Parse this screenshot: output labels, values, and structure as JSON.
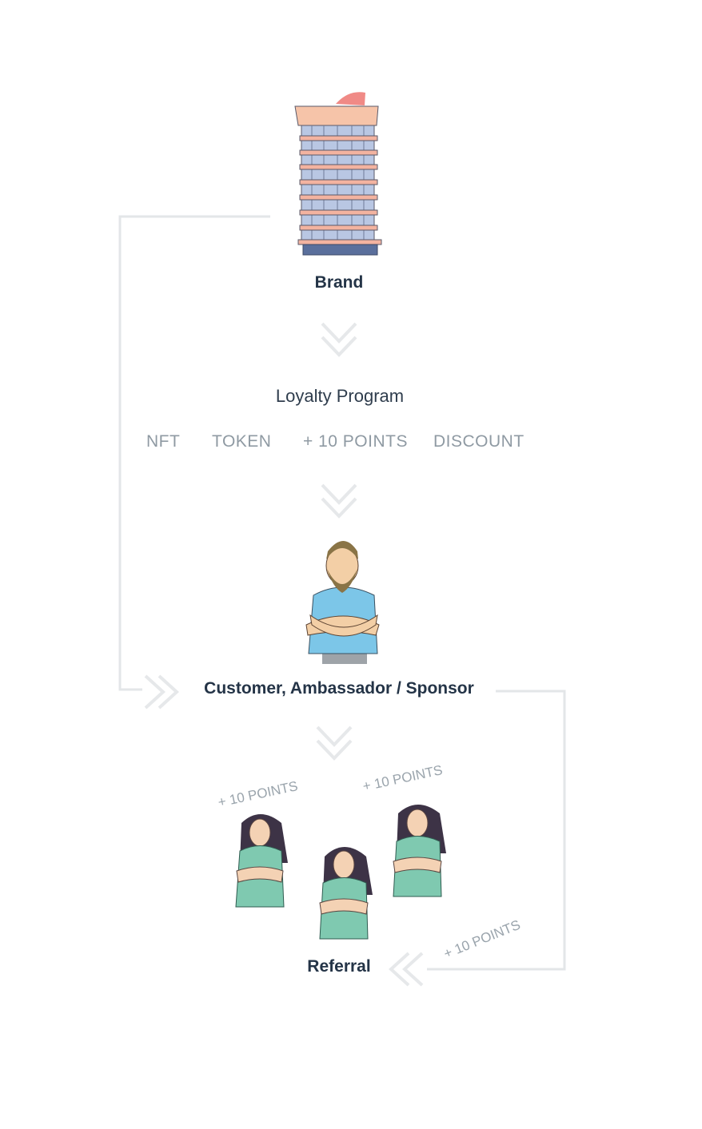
{
  "brand": {
    "label": "Brand",
    "icon": "building-icon"
  },
  "program": {
    "title": "Loyalty Program",
    "rewards": [
      "NFT",
      "TOKEN",
      "+ 10 POINTS",
      "DISCOUNT"
    ]
  },
  "customer": {
    "label": "Customer, Ambassador / Sponsor",
    "icon": "bearded-man-icon"
  },
  "referral": {
    "label": "Referral",
    "points": [
      "+ 10 POINTS",
      "+ 10 POINTS",
      "+ 10 POINTS"
    ],
    "icon": "woman-icon"
  },
  "colors": {
    "text_dark": "#243447",
    "text_muted": "#8f9aa3",
    "connector": "#e3e6e8",
    "dress": "#7fc9b0",
    "shirt": "#7cc6e8",
    "building_band": "#f3b3a0",
    "building_glass": "#b9c7e3"
  }
}
